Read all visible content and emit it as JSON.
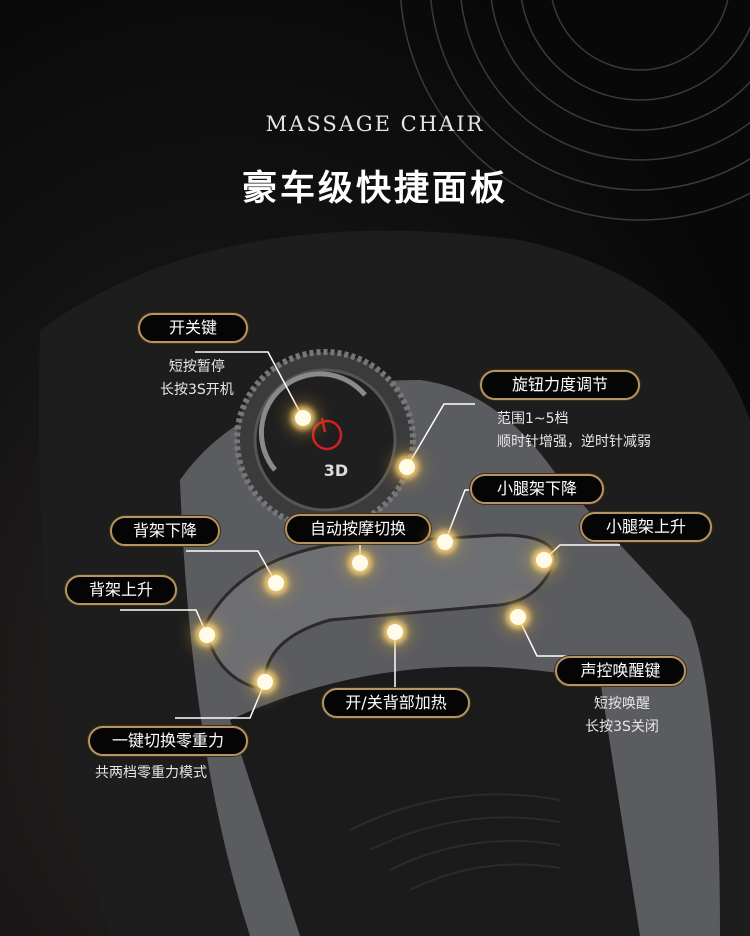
{
  "header": {
    "subtitle": "MASSAGE CHAIR",
    "title": "豪车级快捷面板"
  },
  "knob_label": "3D",
  "callouts": [
    {
      "id": "power",
      "label": "开关键",
      "desc": [
        "短按暂停",
        "长按3S开机"
      ]
    },
    {
      "id": "knob",
      "label": "旋钮力度调节",
      "desc": [
        "范围1~5档",
        "顺时针增强，逆时针减弱"
      ]
    },
    {
      "id": "calf-down",
      "label": "小腿架下降",
      "desc": []
    },
    {
      "id": "calf-up",
      "label": "小腿架上升",
      "desc": []
    },
    {
      "id": "auto",
      "label": "自动按摩切换",
      "desc": []
    },
    {
      "id": "back-down",
      "label": "背架下降",
      "desc": []
    },
    {
      "id": "back-up",
      "label": "背架上升",
      "desc": []
    },
    {
      "id": "voice",
      "label": "声控唤醒键",
      "desc": [
        "短按唤醒",
        "长按3S关闭"
      ]
    },
    {
      "id": "heat",
      "label": "开/关背部加热",
      "desc": []
    },
    {
      "id": "zero-g",
      "label": "一键切换零重力",
      "desc": [
        "共两档零重力模式"
      ]
    }
  ],
  "colors": {
    "gold": "#b79560",
    "power_red": "#d02020"
  }
}
